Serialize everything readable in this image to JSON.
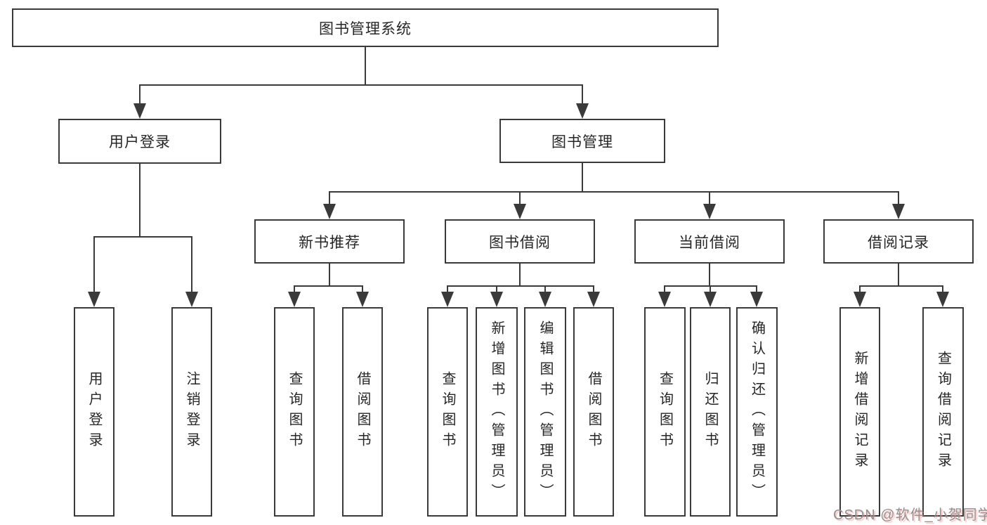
{
  "nodes": {
    "root": "图书管理系统",
    "user_login_group": "用户登录",
    "book_mgmt": "图书管理",
    "new_book_rec": "新书推荐",
    "book_borrow": "图书借阅",
    "current_borrow": "当前借阅",
    "borrow_records": "借阅记录",
    "leaf_user_login": "用户登录",
    "leaf_logout": "注销登录",
    "leaf_query_books_rec": "查询图书",
    "leaf_borrow_books_rec": "借阅图书",
    "leaf_query_books_borrow": "查询图书",
    "leaf_add_books_admin": "新增图书（管理员）",
    "leaf_edit_books_admin": "编辑图书（管理员）",
    "leaf_borrow_books": "借阅图书",
    "leaf_query_books_current": "查询图书",
    "leaf_return_books": "归还图书",
    "leaf_confirm_return_admin": "确认归还（管理员）",
    "leaf_add_borrow_record": "新增借阅记录",
    "leaf_query_borrow_record": "查询借阅记录"
  },
  "watermark": "CSDN @软件_小贺同学",
  "colors": {
    "line": "#3a3a3a",
    "text": "#262626",
    "background": "#ffffff",
    "watermark_text": "#919191",
    "watermark_shadow": "#ff8a8a"
  }
}
